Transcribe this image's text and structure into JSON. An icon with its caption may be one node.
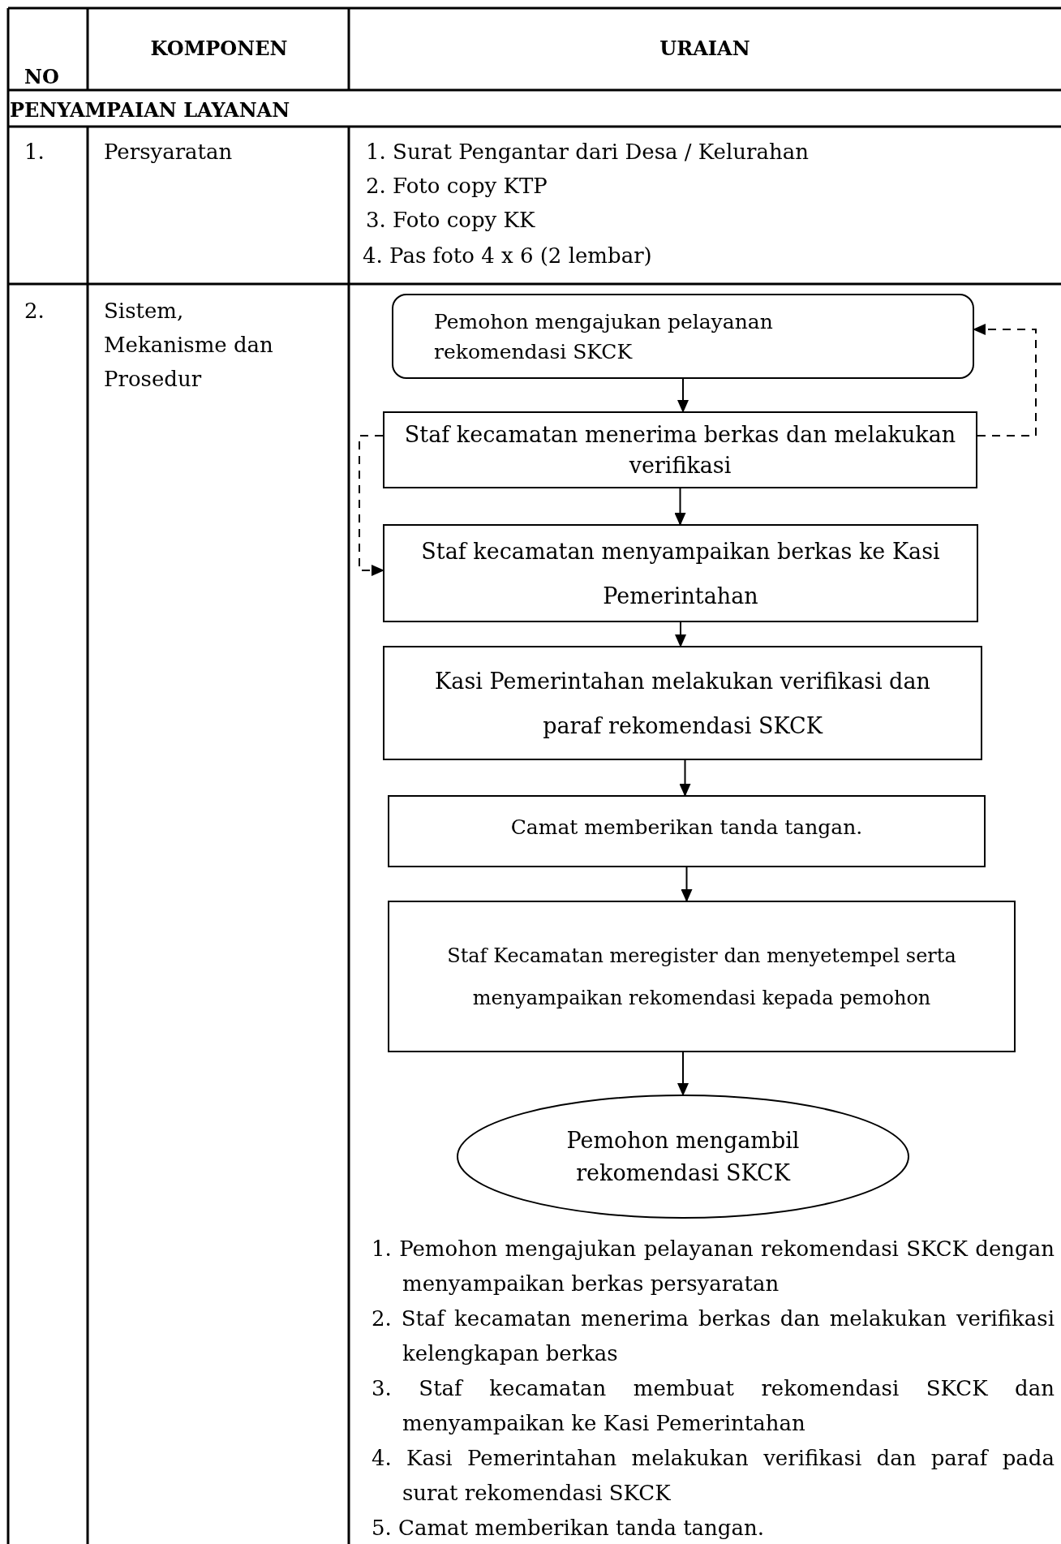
{
  "diagram": {
    "nodes": [
      {
        "text": [
          "Pemohon mengajukan pelayanan rekomendasi SKCK"
        ]
      },
      {
        "text": [
          "Staf kecamatan menerima berkas dan melakukan verifikasi"
        ]
      },
      {
        "text": [
          "Staf kecamatan menyampaikan berkas ke Kasi Pemerintahan"
        ]
      },
      {
        "text": [
          "Kasi Pemerintahan melakukan verifikasi dan paraf rekomendasi SKCK"
        ]
      },
      {
        "text": [
          "Camat memberikan tanda tangan."
        ]
      },
      {
        "text": [
          "Staf Kecamatan meregister dan menyetempel serta menyampaikan rekomendasi kepada pemohon"
        ]
      },
      {
        "text": [
          "Pemohon mengambil rekomendasi SKCK"
        ]
      }
    ],
    "edges": [
      {
        "from": 0,
        "to": 1,
        "arrow": "to"
      },
      {
        "from": 1,
        "to": 2,
        "arrow": "to"
      },
      {
        "from": 2,
        "to": 3,
        "arrow": "to"
      },
      {
        "from": 3,
        "to": 4,
        "arrow": "to"
      },
      {
        "from": 4,
        "to": 5,
        "arrow": "to"
      },
      {
        "from": 5,
        "to": 6,
        "arrow": "to"
      },
      {
        "from": 1,
        "to": 0,
        "arrow": "to",
        "style": "dashed"
      },
      {
        "from": 1,
        "to": 2,
        "arrow": "to",
        "style": "dashed"
      }
    ],
    "labels": [
      "NO",
      "KOMPONEN",
      "URAIAN",
      "PENYAMPAIAN LAYANAN",
      "1.",
      "Persyaratan",
      "1.  Surat Pengantar dari Desa / Kelurahan",
      "2.  Foto copy KTP",
      "3.  Foto copy KK",
      "4. Pas foto 4 x 6 (2 lembar)",
      "2.",
      "Sistem, Mekanisme dan Prosedur",
      "1. Pemohon mengajukan pelayanan rekomendasi SKCK dengan menyampaikan berkas persyaratan",
      "2. Staf kecamatan menerima berkas dan melakukan verifikasi kelengkapan berkas",
      "3. Staf kecamatan membuat rekomendasi SKCK dan menyampaikan ke Kasi Pemerintahan",
      "4. Kasi Pemerintahan melakukan verifikasi dan paraf pada surat rekomendasi SKCK",
      "5. Camat memberikan tanda tangan."
    ]
  }
}
